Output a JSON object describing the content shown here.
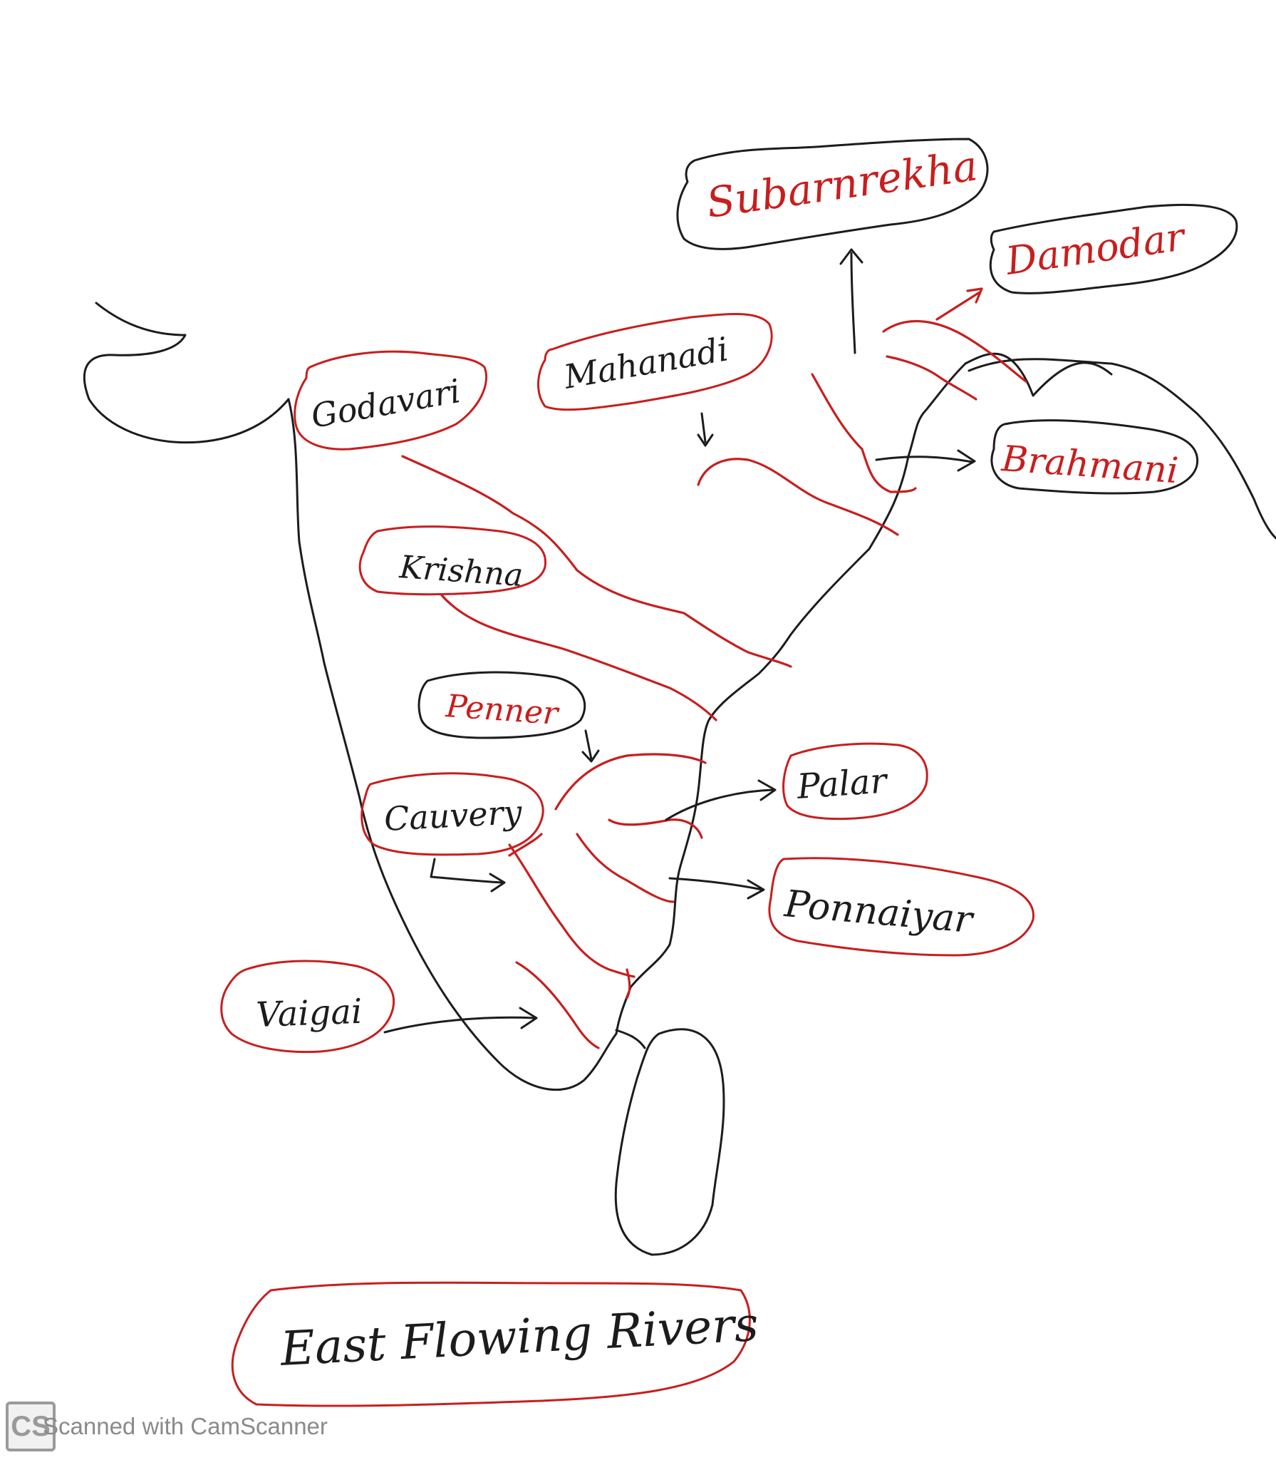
{
  "map": {
    "title": "East Flowing Rivers",
    "rivers": [
      {
        "id": "subarnrekha",
        "label": "Subarnrekha"
      },
      {
        "id": "damodar",
        "label": "Damodar"
      },
      {
        "id": "mahanadi",
        "label": "Mahanadi"
      },
      {
        "id": "brahmani",
        "label": "Brahmani"
      },
      {
        "id": "godavari",
        "label": "Godavari"
      },
      {
        "id": "krishna",
        "label": "Krishna"
      },
      {
        "id": "penner",
        "label": "Penner"
      },
      {
        "id": "palar",
        "label": "Palar"
      },
      {
        "id": "cauvery",
        "label": "Cauvery"
      },
      {
        "id": "ponnaiyar",
        "label": "Ponnaiyar"
      },
      {
        "id": "vaigai",
        "label": "Vaigai"
      }
    ],
    "colors": {
      "outline": "#1c1c1c",
      "river": "#c81e1e",
      "watermark": "#8a8a8a"
    }
  },
  "watermark": {
    "logo": "CS",
    "text": "Scanned with CamScanner"
  }
}
